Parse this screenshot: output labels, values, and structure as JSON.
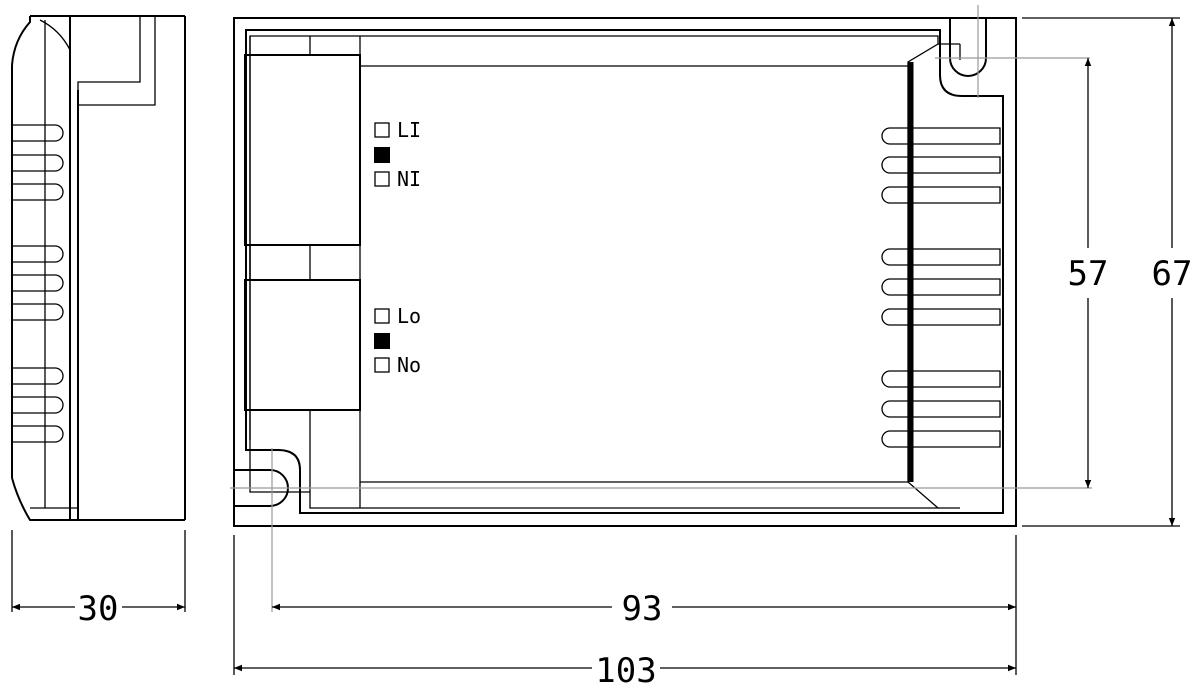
{
  "dimensions": {
    "depth": "30",
    "mount_hole_spacing": "93",
    "overall_length": "103",
    "mount_hole_height": "57",
    "overall_height": "67"
  },
  "terminals": {
    "input_top": "LI",
    "input_bottom": "NI",
    "output_top": "Lo",
    "output_bottom": "No"
  }
}
